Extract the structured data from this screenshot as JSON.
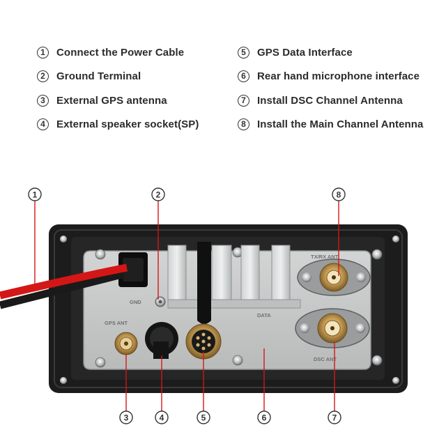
{
  "legend": {
    "items": [
      {
        "num": "1",
        "label": "Connect the Power Cable"
      },
      {
        "num": "2",
        "label": "Ground Terminal"
      },
      {
        "num": "3",
        "label": "External GPS antenna"
      },
      {
        "num": "4",
        "label": "External speaker socket(SP)"
      },
      {
        "num": "5",
        "label": "GPS Data Interface"
      },
      {
        "num": "6",
        "label": "Rear hand microphone interface"
      },
      {
        "num": "7",
        "label": "Install DSC Channel Antenna"
      },
      {
        "num": "8",
        "label": "Install the Main Channel Antenna"
      }
    ]
  },
  "panel": {
    "labels": {
      "gnd": "GND",
      "gps_ant": "GPS ANT",
      "data": "DATA",
      "tx_rx_ant": "TX/RX ANT",
      "dsc_ant": "DSC ANT"
    }
  },
  "callouts": [
    "1",
    "2",
    "3",
    "4",
    "5",
    "6",
    "7",
    "8"
  ],
  "colors": {
    "housing": "#1c1c1c",
    "plate": "#c7c9c9",
    "cable_red": "#d51616",
    "brass": "#c49a52"
  }
}
